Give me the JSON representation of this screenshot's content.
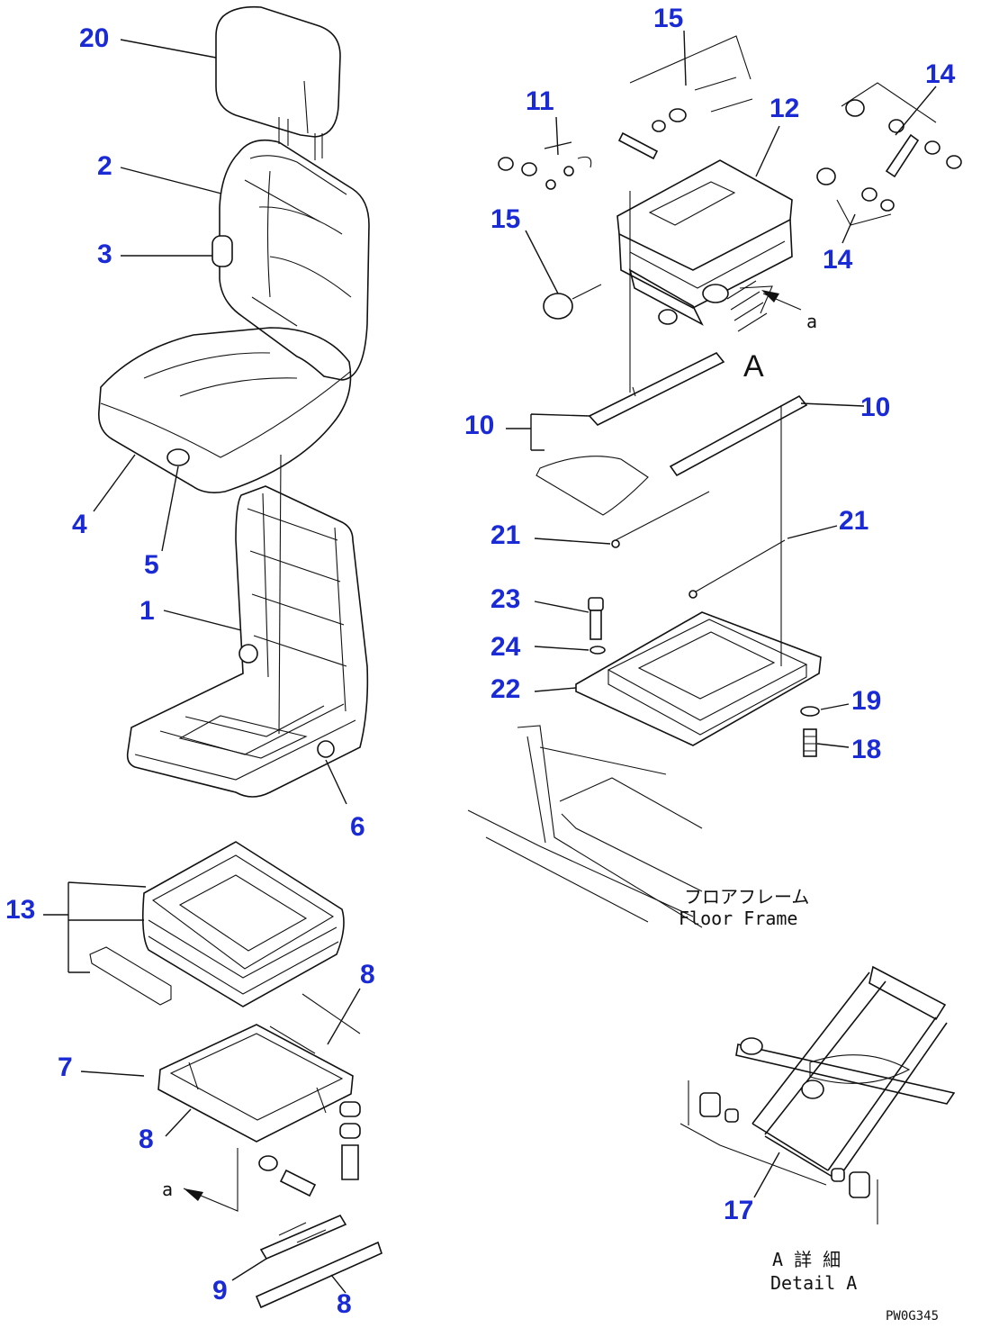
{
  "callouts": {
    "c20": "20",
    "c2": "2",
    "c3": "3",
    "c4": "4",
    "c5": "5",
    "c1": "1",
    "c6": "6",
    "c13": "13",
    "c8a": "8",
    "c7": "7",
    "c8b": "8",
    "c9": "9",
    "c8c": "8",
    "c15a": "15",
    "c11": "11",
    "c12": "12",
    "c14a": "14",
    "c14b": "14",
    "c15b": "15",
    "c10a": "10",
    "c10b": "10",
    "c21a": "21",
    "c21b": "21",
    "c23": "23",
    "c24": "24",
    "c22": "22",
    "c19": "19",
    "c18": "18",
    "c17": "17"
  },
  "notes": {
    "ref_a_small_top": "a",
    "ref_a_small_bottom": "a",
    "ref_A_big": "A",
    "floor_frame_jp": "フロアフレーム",
    "floor_frame_en": "Floor Frame",
    "detail_jp": "A 詳 細",
    "detail_en": "Detail A",
    "drawing_code": "PW0G345"
  },
  "colors": {
    "callout": "#1a2bd6",
    "line": "#111111",
    "background": "#ffffff"
  }
}
